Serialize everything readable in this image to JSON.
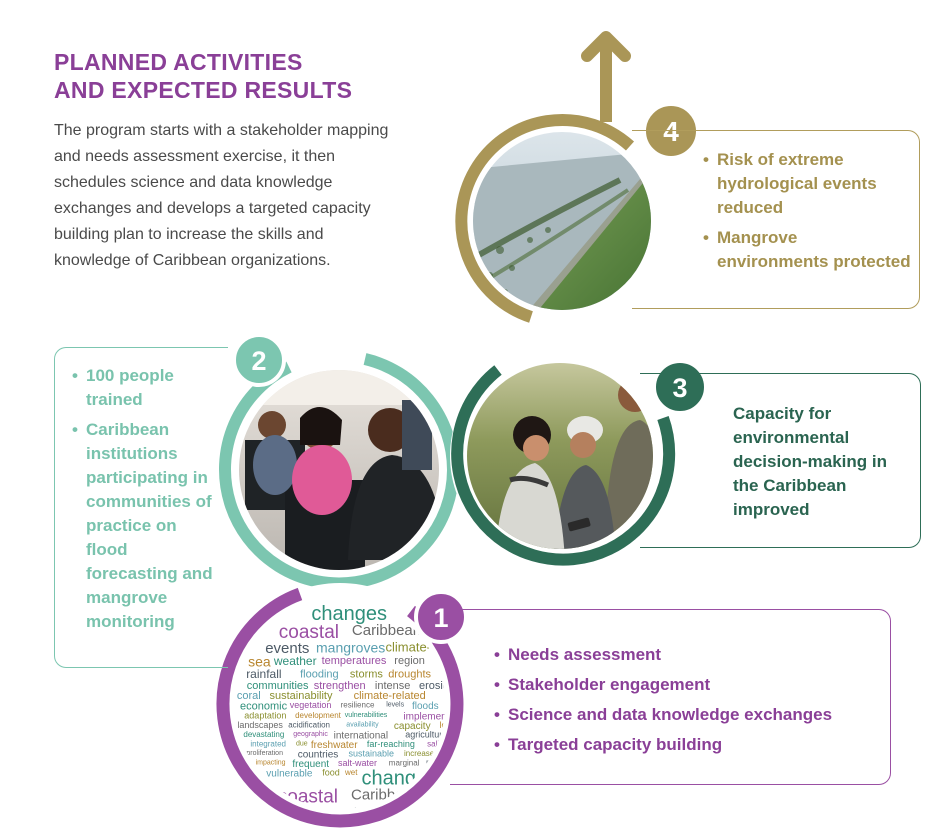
{
  "title": {
    "line1": "PLANNED ACTIVITIES",
    "line2": "AND EXPECTED RESULTS"
  },
  "intro": "The program starts with a stakeholder mapping and needs assessment exercise, it then schedules science and data knowledge exchanges and develops a targeted capacity building plan to increase the skills and knowledge of Caribbean organizations.",
  "colors": {
    "purple": "#8a3f97",
    "gold": "#a4914f",
    "dark_green": "#2a6450",
    "teal": "#79c3ad"
  },
  "steps": [
    {
      "number": "1",
      "items": [
        "Needs assessment",
        "Stakeholder engagement",
        "Science and data knowledge exchanges",
        "Targeted capacity building"
      ]
    },
    {
      "number": "2",
      "items": [
        "100 people trained",
        "Caribbean institutions participating in communities of practice on flood forecasting and mangrove monitoring"
      ]
    },
    {
      "number": "3",
      "text": "Capacity for environmental decision-making in the Caribbean improved"
    },
    {
      "number": "4",
      "items": [
        "Risk of extreme hydrological events reduced",
        "Mangrove environments protected"
      ]
    }
  ],
  "word_cloud": [
    "changes",
    "coastal",
    "Caribbean",
    "events",
    "mangroves",
    "climate-change",
    "sea",
    "weather",
    "temperatures",
    "region",
    "rainfall",
    "flooding",
    "storms",
    "droughts",
    "communities",
    "strengthen",
    "intense",
    "erosion",
    "coral",
    "sustainability",
    "climate-related",
    "economic",
    "vegetation",
    "resilience",
    "levels",
    "floods",
    "adaptation",
    "development",
    "vulnerabilities",
    "implementation",
    "landscapes",
    "acidification",
    "availability",
    "capacity",
    "loss",
    "devastating",
    "geographic",
    "international",
    "agricultural",
    "integrated",
    "due",
    "freshwater",
    "far-reaching",
    "salinization",
    "proliferation",
    "countries",
    "sustainable",
    "increased",
    "impacting",
    "frequent",
    "salt-water",
    "marginal",
    "reaching",
    "vulnerable",
    "food",
    "wet"
  ]
}
